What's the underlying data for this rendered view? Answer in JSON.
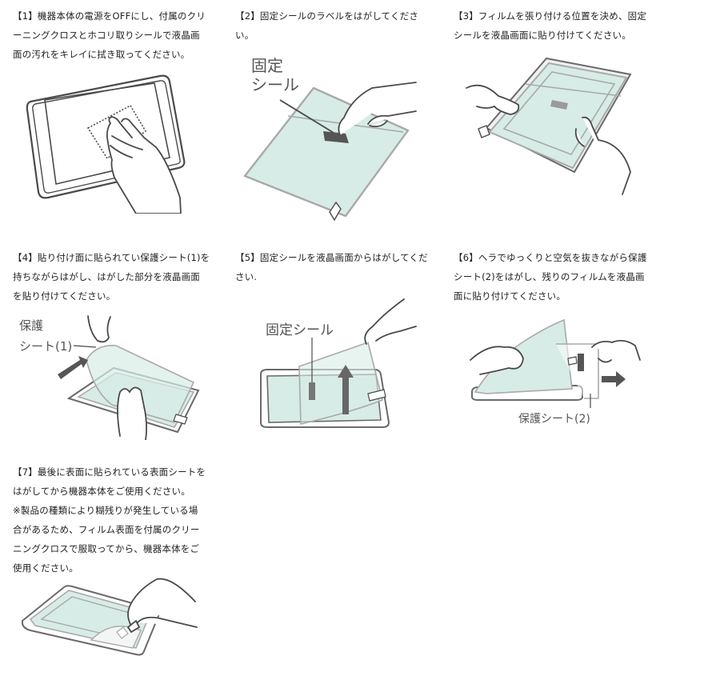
{
  "colors": {
    "line": "#4a4a4a",
    "film": "#d7ece6",
    "film_edge": "#a9a9a9",
    "seal": "#555555",
    "arrow": "#5a5a5a",
    "text": "#222222",
    "label": "#555555"
  },
  "steps": [
    {
      "number": "【1】",
      "text": "機器本体の電源をOFFにし、付属のクリ\nーニングクロスとホコリ取りシールで液晶画\n面の汚れをキレイに拭き取ってください。",
      "illustration": "wipe-screen-with-cloth",
      "labels": []
    },
    {
      "number": "【2】",
      "text": "固定シールのラベルをはがしてくださ\nい。",
      "illustration": "peel-fixing-seal-label",
      "labels": [
        "固定",
        "シール"
      ]
    },
    {
      "number": "【3】",
      "text": "フィルムを張り付ける位置を決め、固定\nシールを液晶画面に貼り付けてください。",
      "illustration": "position-film-on-screen",
      "labels": []
    },
    {
      "number": "【4】",
      "text": "貼り付け面に貼られてい保護シート(1)を\n持ちながらはがし、はがした部分を液晶画面\nを貼り付けてください。",
      "illustration": "peel-protective-sheet-1",
      "labels": [
        "保護",
        "シート(1)"
      ]
    },
    {
      "number": "【5】",
      "text": "固定シールを液晶画面からはがしてくだ\nさい.",
      "illustration": "remove-fixing-seal",
      "labels": [
        "固定シール"
      ]
    },
    {
      "number": "【6】",
      "text": "ヘラでゆっくりと空気を抜きながら保護\nシート(2)をはがし、残りのフィルムを液晶画\n面に貼り付けてください。",
      "illustration": "squeegee-peel-protective-sheet-2",
      "labels": [
        "保護シート(2)"
      ]
    },
    {
      "number": "【7】",
      "text": "最後に表面に貼られている表面シートを\nはがしてから機器本体をご使用ください。\n※製品の種類により糊残りが発生している場\n合があるため、フィルム表面を付属のクリー\nニングクロスで服取ってから、機器本体をご\n使用ください。",
      "illustration": "peel-surface-sheet",
      "labels": []
    }
  ]
}
